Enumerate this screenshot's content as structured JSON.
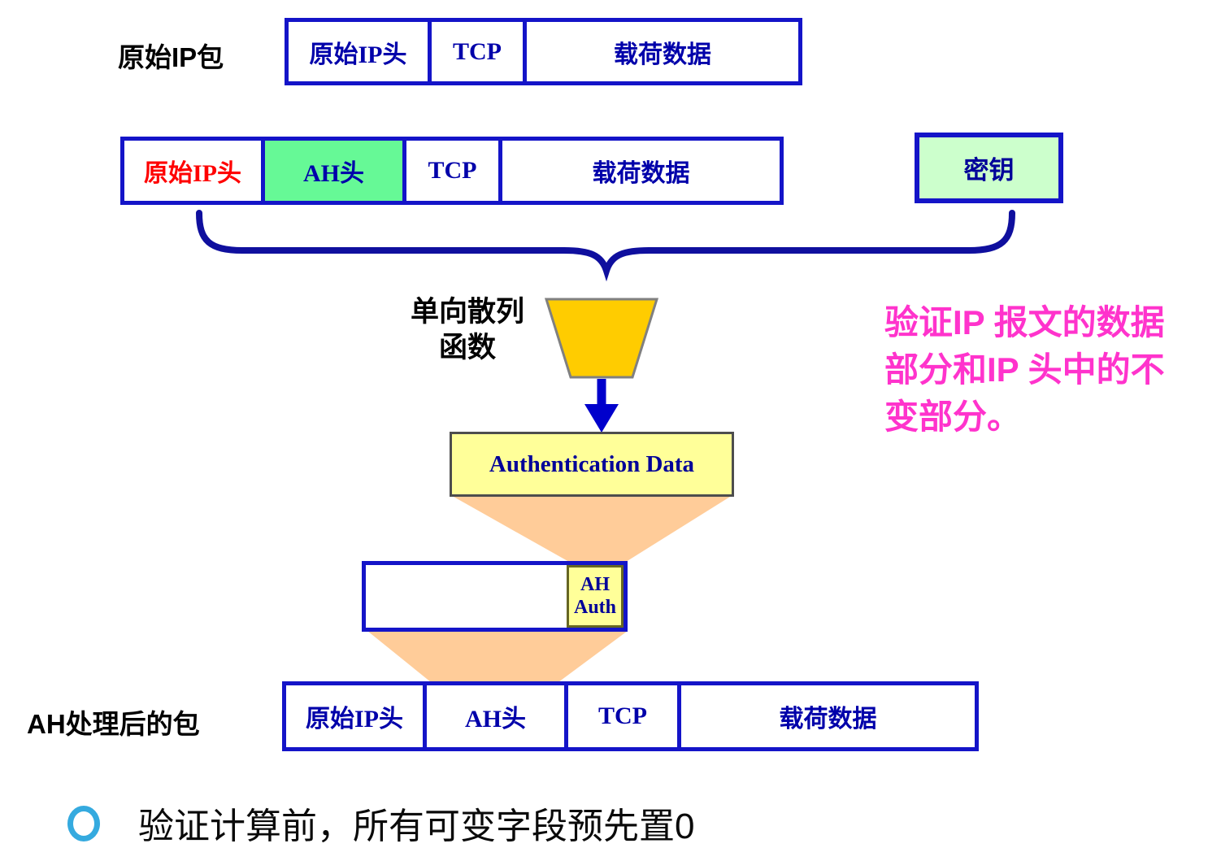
{
  "row1": {
    "label": "原始IP包",
    "cells": [
      "原始IP头",
      "TCP",
      "载荷数据"
    ]
  },
  "row2": {
    "cells": [
      "原始IP头",
      "AH头",
      "TCP",
      "载荷数据"
    ],
    "key": "密钥"
  },
  "hash_fn": {
    "line1": "单向散列",
    "line2": "函数"
  },
  "auth_data_label": "Authentication Data",
  "ah_auth": {
    "line1": "AH",
    "line2": "Auth"
  },
  "row4": {
    "label": "AH处理后的包",
    "cells": [
      "原始IP头",
      "AH头",
      "TCP",
      "载荷数据"
    ]
  },
  "side_note": {
    "line1": "验证IP 报文的数据",
    "line2": "部分和IP 头中的不",
    "line3": "变部分。"
  },
  "bullet_text": "验证计算前，所有可变字段预先置0",
  "colors": {
    "box_border_blue": "#1414c8",
    "box_text_blue": "#0000aa",
    "original_header_red": "#ff0000",
    "ah_header_green": "#66f996",
    "key_light_green": "#ccffcc",
    "funnel_gold": "#ffcc00",
    "auth_light_yellow": "#ffff99",
    "flow_peach": "#ffcc99",
    "note_pink": "#ff33cc",
    "bullet_ring_blue": "#35aadf",
    "arrow_navy": "#0000cc"
  }
}
